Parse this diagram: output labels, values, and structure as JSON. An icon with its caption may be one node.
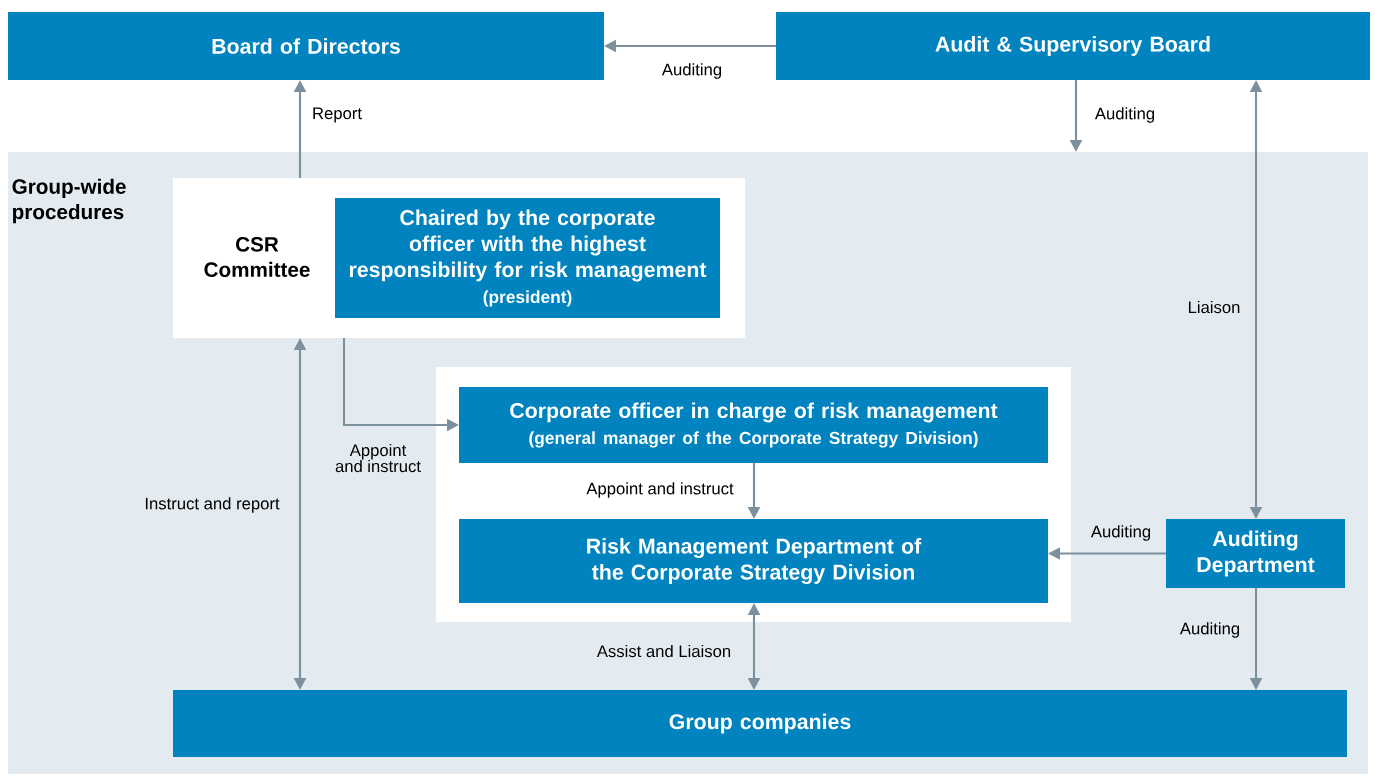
{
  "diagram": {
    "nodes": [
      {
        "text": [
          "Board of Directors"
        ]
      },
      {
        "text": [
          "Audit & Supervisory Board"
        ]
      },
      {
        "text": [
          "Group-wide procedures"
        ]
      },
      {
        "text": [
          "CSR Committee"
        ],
        "in": 2
      },
      {
        "text": [
          "Chaired by the corporate officer with the highest responsibility for risk management",
          "(president)"
        ],
        "in": 3
      },
      {
        "text": [],
        "shape": "box",
        "in": 2
      },
      {
        "text": [
          "Corporate officer in charge of risk management",
          "(general manager of the Corporate Strategy Division)"
        ],
        "in": 5
      },
      {
        "text": [
          "Risk Management Department of the Corporate Strategy Division"
        ],
        "in": 5
      },
      {
        "text": [
          "Auditing Department"
        ],
        "in": 2
      },
      {
        "text": [
          "Group companies"
        ],
        "in": 2
      }
    ],
    "edges": [
      {
        "from": 1,
        "to": 0,
        "arrow": "to",
        "label": "Auditing"
      },
      {
        "from": 3,
        "to": 0,
        "arrow": "to",
        "label": "Report"
      },
      {
        "from": 1,
        "to": 2,
        "arrow": "to",
        "label": "Auditing"
      },
      {
        "from": 1,
        "to": 8,
        "arrow": "both",
        "label": "Liaison"
      },
      {
        "from": 3,
        "to": 6,
        "arrow": "to",
        "label": "Appoint and instruct"
      },
      {
        "from": 6,
        "to": 7,
        "arrow": "to",
        "label": "Appoint and instruct"
      },
      {
        "from": 8,
        "to": 7,
        "arrow": "to",
        "label": "Auditing"
      },
      {
        "from": 3,
        "to": 9,
        "arrow": "both",
        "label": "Instruct and report"
      },
      {
        "from": 7,
        "to": 9,
        "arrow": "both",
        "label": "Assist and Liaison"
      },
      {
        "from": 8,
        "to": 9,
        "arrow": "to",
        "label": "Auditing"
      }
    ]
  }
}
